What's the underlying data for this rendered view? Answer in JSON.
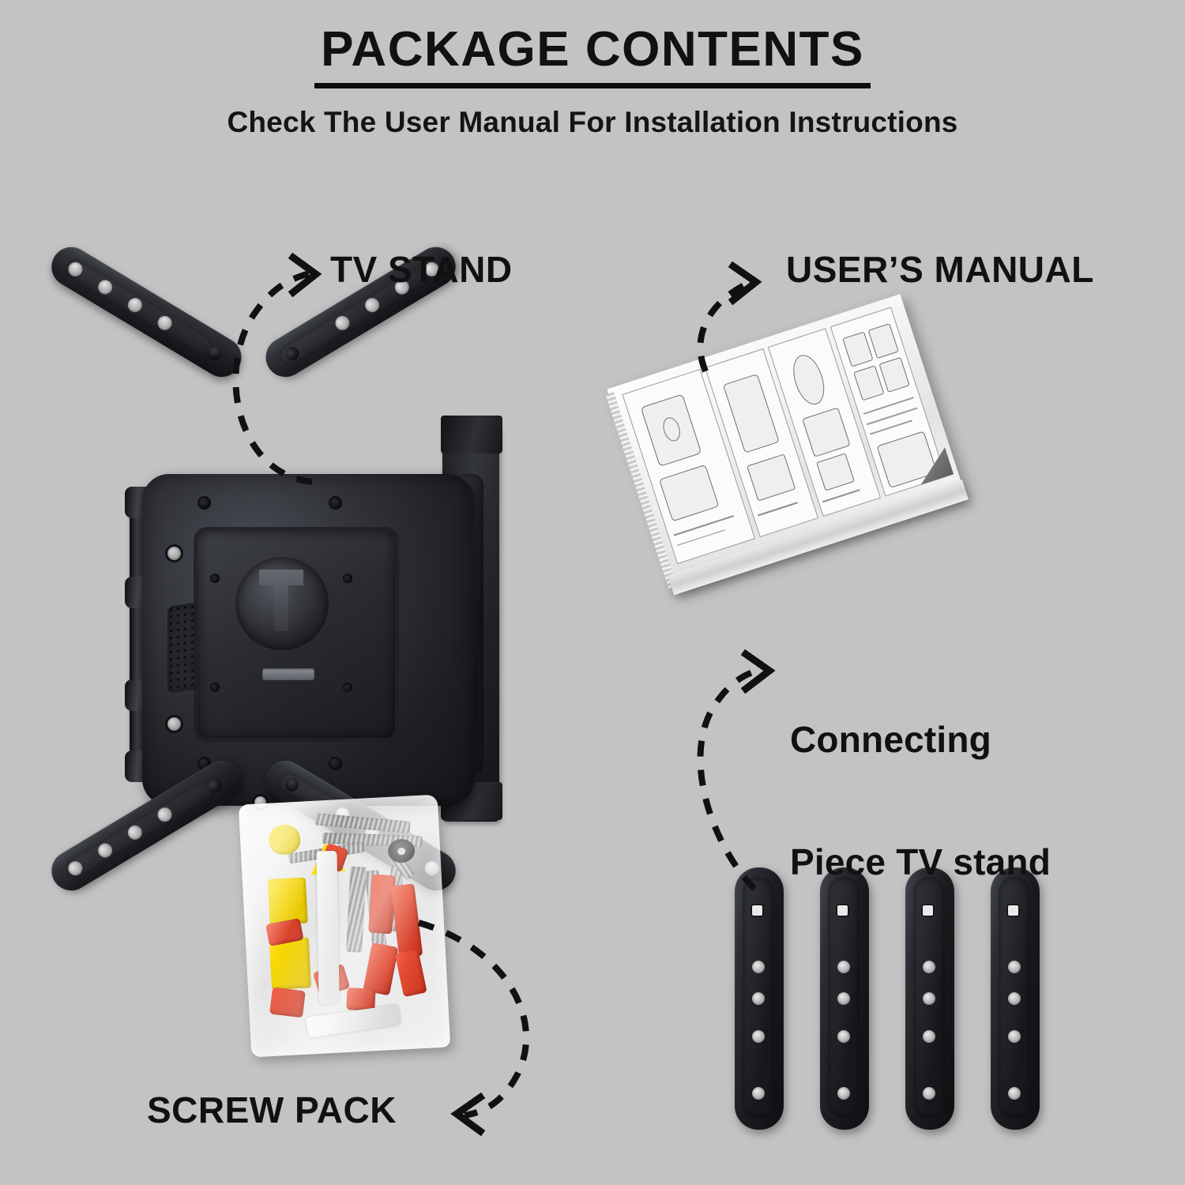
{
  "header": {
    "title": "PACKAGE CONTENTS",
    "subtitle": "Check The User Manual For Installation Instructions"
  },
  "colors": {
    "background": "#c3c3c3",
    "text": "#111111",
    "underline": "#0d0d0d",
    "hardware_black": "#1d1e23",
    "anchor_yellow": "#ffe000",
    "anchor_red": "#e0442b",
    "screw_silver": "#b5b5b5",
    "paper_white": "#fafafa"
  },
  "callouts": [
    {
      "id": "tv-stand",
      "label": "TV STAND",
      "arrow_direction": "right",
      "points_to": "tv-mount"
    },
    {
      "id": "users-manual",
      "label": "USER’S MANUAL",
      "arrow_direction": "right",
      "points_to": "user-manual"
    },
    {
      "id": "connecting-piece",
      "label_line1": "Connecting",
      "label_line2": "Piece TV stand",
      "arrow_direction": "right",
      "points_to": "connecting-pieces"
    },
    {
      "id": "screw-pack",
      "label": "SCREW PACK",
      "arrow_direction": "left",
      "points_to": "screw-pack"
    }
  ],
  "items": {
    "tv_mount": {
      "name": "TV STAND",
      "description": "Black full-motion TV wall mount bracket",
      "arm_count": 4,
      "holes_per_arm": 4,
      "vesa_plate": "square center plate with circular cable opening"
    },
    "user_manual": {
      "name": "USER’S MANUAL",
      "description": "Folded white instruction sheet with illustrated panels",
      "panel_count": 4
    },
    "screw_pack": {
      "name": "SCREW PACK",
      "description": "Clear plastic bag of screws, washers and wall anchors",
      "contents": [
        "yellow wall anchors",
        "red wall plugs",
        "silver screws",
        "black washers",
        "spacers"
      ]
    },
    "connecting_pieces": {
      "name": "Connecting Piece TV stand",
      "description": "Four black vertical mounting rails",
      "count": 4,
      "holes_each": 4,
      "slot_each": 1
    }
  }
}
